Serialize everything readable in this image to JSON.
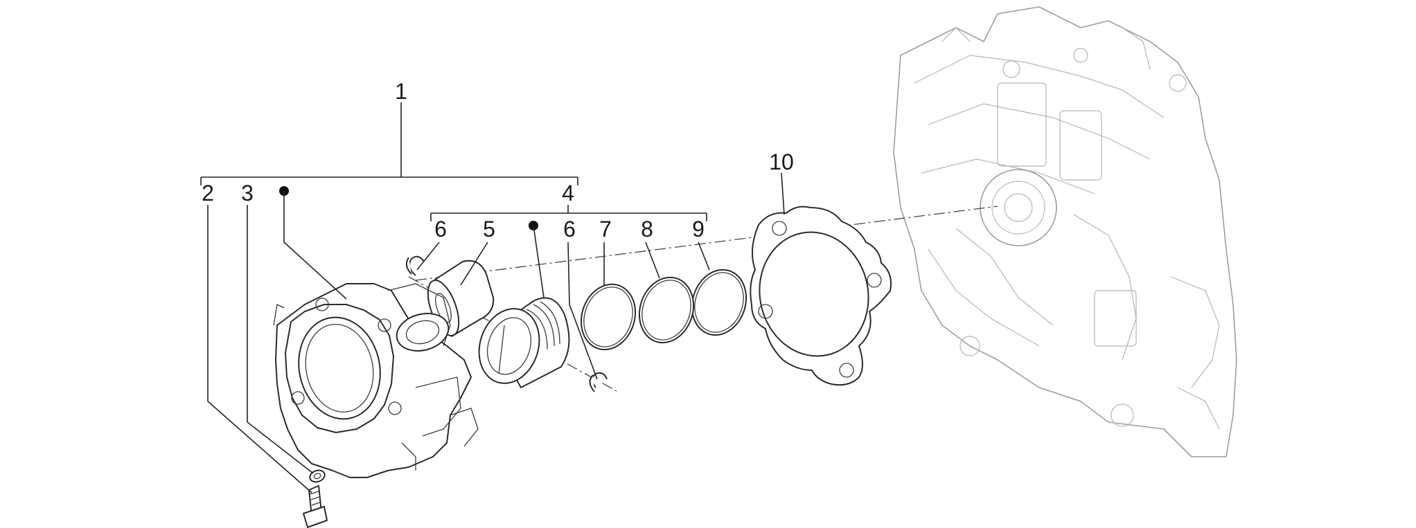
{
  "callouts": {
    "c1": "1",
    "c2": "2",
    "c3": "3",
    "c4": "4",
    "c5": "5",
    "c6a": "6",
    "c6b": "6",
    "c7": "7",
    "c8": "8",
    "c9": "9",
    "c10": "10"
  },
  "colors": {
    "line": "#2a2a2a",
    "engine_ghost": "#9c9c9c",
    "background": "#ffffff"
  }
}
